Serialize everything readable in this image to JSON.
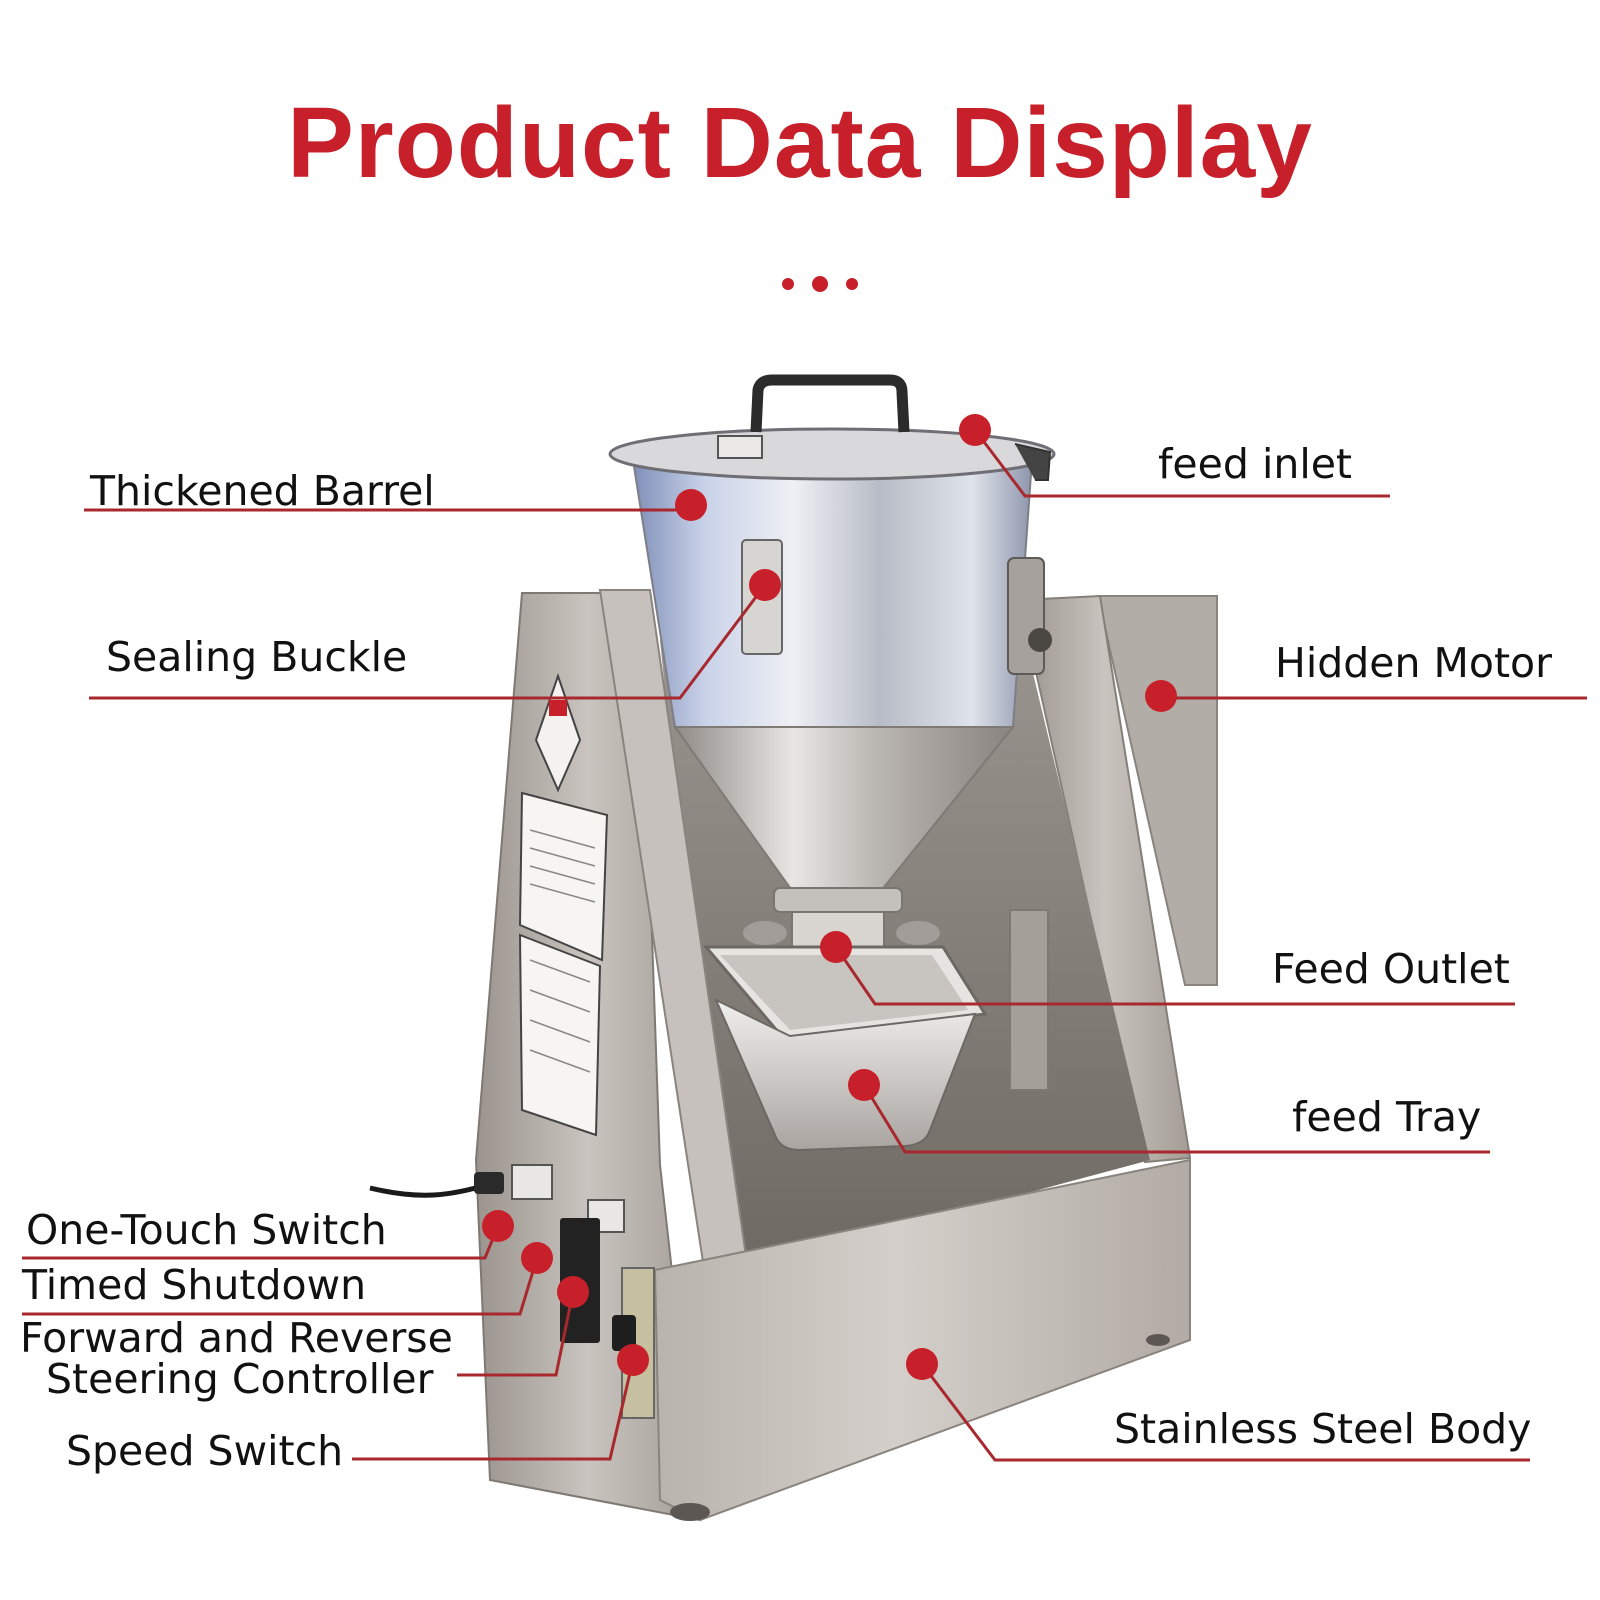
{
  "title": "Product Data Display",
  "colors": {
    "accent": "#c8202a",
    "leader": "#a8282e",
    "steel_light": "#d8d4d0",
    "steel_dark": "#8d8680",
    "background": "#ffffff"
  },
  "labels": {
    "thickened_barrel": "Thickened Barrel",
    "feed_inlet": "feed inlet",
    "sealing_buckle": "Sealing Buckle",
    "hidden_motor": "Hidden Motor",
    "feed_outlet": "Feed Outlet",
    "feed_tray": "feed Tray",
    "one_touch_switch": "One-Touch Switch",
    "timed_shutdown": "Timed Shutdown",
    "steering_controller_line1": "Forward and Reverse",
    "steering_controller_line2": "Steering Controller",
    "stainless_steel_body": "Stainless Steel Body",
    "speed_switch": "Speed Switch"
  }
}
